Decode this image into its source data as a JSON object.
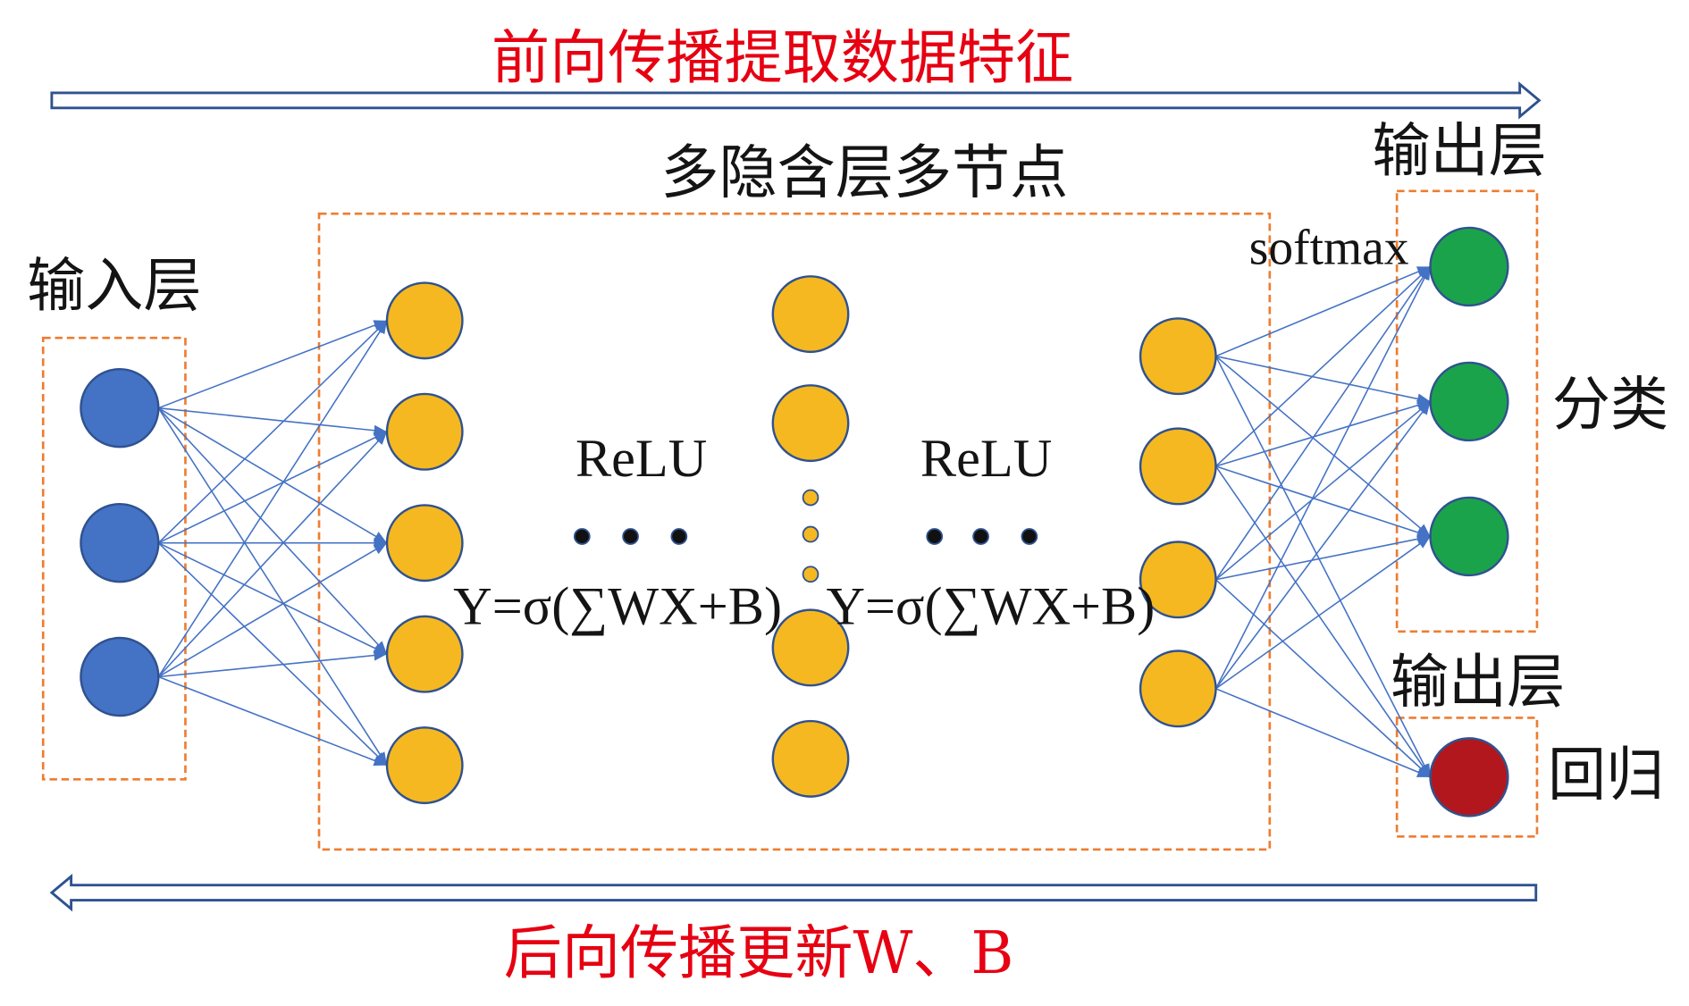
{
  "forward_pass": {
    "label": "前向传播提取数据特征"
  },
  "backward_pass": {
    "label": "后向传播更新W、B"
  },
  "input_layer": {
    "label": "输入层"
  },
  "hidden_layers": {
    "label": "多隐含层多节点",
    "activations": [
      "ReLU",
      "ReLU"
    ],
    "formulas": [
      "Y=σ(∑WX+B)",
      "Y=σ(∑WX+B)"
    ]
  },
  "output_classification": {
    "label": "输出层",
    "activation": "softmax",
    "task": "分类"
  },
  "output_regression": {
    "label": "输出层",
    "task": "回归"
  },
  "colors": {
    "accent_text": "#E60012",
    "input_node": "#4472C4",
    "hidden_node": "#F5B820",
    "classification_node": "#1BA34B",
    "regression_node": "#B3171E",
    "connection": "#4472C4",
    "group_border": "#ED7D31",
    "flow_arrow_outline": "#2F528F"
  }
}
